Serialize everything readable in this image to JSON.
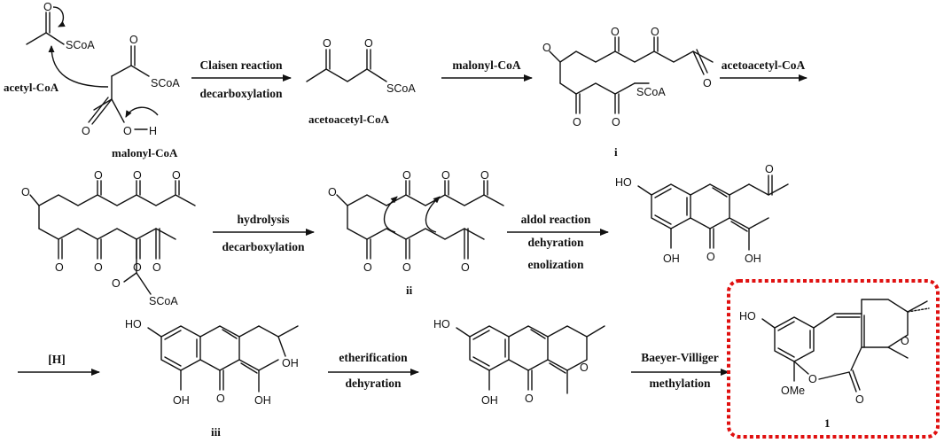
{
  "reaction_steps": [
    {
      "conditions": [
        "Claisen reaction",
        "decarboxylation"
      ]
    },
    {
      "conditions": [
        "malonyl-CoA"
      ]
    },
    {
      "conditions": [
        "acetoacetyl-CoA"
      ]
    },
    {
      "conditions": [
        "hydrolysis",
        "decarboxylation"
      ]
    },
    {
      "conditions": [
        "aldol reaction",
        "dehyration",
        "enolization"
      ]
    },
    {
      "conditions": [
        "[H]"
      ]
    },
    {
      "conditions": [
        "etherification",
        "dehyration"
      ]
    },
    {
      "conditions": [
        "Baeyer-Villiger",
        "methylation"
      ]
    }
  ],
  "compounds": {
    "acetyl_coa": "acetyl-CoA",
    "malonyl_coa": "malonyl-CoA",
    "acetoacetyl_coa": "acetoacetyl-CoA",
    "intermediate_i": "i",
    "intermediate_ii": "ii",
    "intermediate_iii": "iii",
    "product_1": "1"
  },
  "atoms": {
    "scoa": "SCoA",
    "o": "O",
    "oh": "OH",
    "ho": "HO",
    "h": "H",
    "ome": "OMe"
  },
  "highlight_color": "#e01010"
}
